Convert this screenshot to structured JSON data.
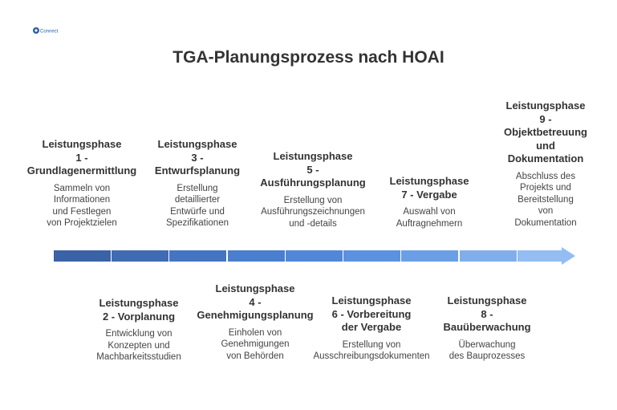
{
  "logo": {
    "text": "Connect"
  },
  "title": "TGA-Planungsprozess nach HOAI",
  "timeline": {
    "colors": [
      "#3a62a7",
      "#3f6bb4",
      "#4575c2",
      "#4a7ece",
      "#5087d8",
      "#5b92df",
      "#6a9fe6",
      "#80aeed",
      "#93bdf3"
    ]
  },
  "phases": [
    {
      "head": [
        "Leistungsphase",
        "1 -",
        "Grundlagenermittlung"
      ],
      "desc": [
        "Sammeln von",
        "Informationen",
        "und Festlegen",
        "von Projektzielen"
      ]
    },
    {
      "head": [
        "Leistungsphase",
        "2 - Vorplanung"
      ],
      "desc": [
        "Entwicklung von",
        "Konzepten und",
        "Machbarkeitsstudien"
      ]
    },
    {
      "head": [
        "Leistungsphase",
        "3 -",
        "Entwurfsplanung"
      ],
      "desc": [
        "Erstellung",
        "detaillierter",
        "Entwürfe und",
        "Spezifikationen"
      ]
    },
    {
      "head": [
        "Leistungsphase",
        "4 -",
        "Genehmigungsplanung"
      ],
      "desc": [
        "Einholen von",
        "Genehmigungen",
        "von Behörden"
      ]
    },
    {
      "head": [
        "Leistungsphase",
        "5 -",
        "Ausführungsplanung"
      ],
      "desc": [
        "Erstellung von",
        "Ausführungszeichnungen",
        "und -details"
      ]
    },
    {
      "head": [
        "Leistungsphase",
        "6 - Vorbereitung",
        "der Vergabe"
      ],
      "desc": [
        "Erstellung von",
        "Ausschreibungsdokumenten"
      ]
    },
    {
      "head": [
        "Leistungsphase",
        "7 - Vergabe"
      ],
      "desc": [
        "Auswahl von",
        "Auftragnehmern"
      ]
    },
    {
      "head": [
        "Leistungsphase",
        "8 -",
        "Bauüberwachung"
      ],
      "desc": [
        "Überwachung",
        "des Bauprozesses"
      ]
    },
    {
      "head": [
        "Leistungsphase",
        "9 -",
        "Objektbetreuung",
        "und",
        "Dokumentation"
      ],
      "desc": [
        "Abschluss des",
        "Projekts und",
        "Bereitstellung",
        "von",
        "Dokumentation"
      ]
    }
  ]
}
